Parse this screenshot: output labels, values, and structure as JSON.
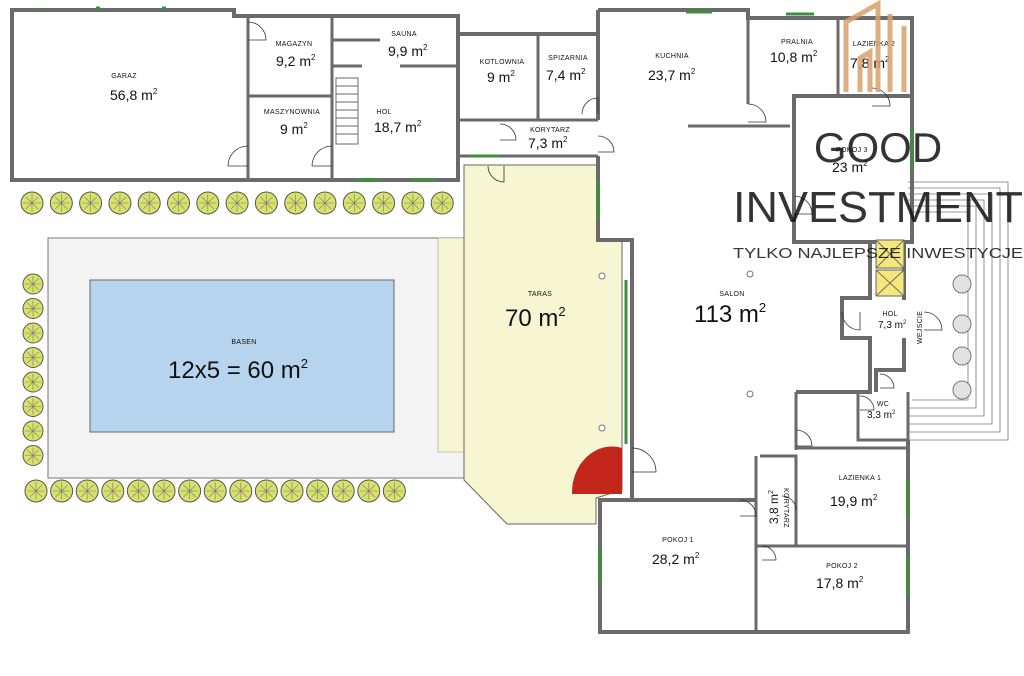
{
  "rooms": {
    "garaz": {
      "label": "GARAZ",
      "area": "56,8 m",
      "sup": "2"
    },
    "magazyn": {
      "label": "MAGAZYN",
      "area": "9,2 m",
      "sup": "2"
    },
    "maszynownia": {
      "label": "MASZYNOWNIA",
      "area": "9 m",
      "sup": "2"
    },
    "sauna": {
      "label": "SAUNA",
      "area": "9,9 m",
      "sup": "2"
    },
    "hol1": {
      "label": "HOL",
      "area": "18,7 m",
      "sup": "2"
    },
    "kotlownia": {
      "label": "KOTLOWNIA",
      "area": "9 m",
      "sup": "2"
    },
    "spizarnia": {
      "label": "SPIZARNIA",
      "area": "7,4 m",
      "sup": "2"
    },
    "korytarz1": {
      "label": "KORYTARZ",
      "area": "7,3 m",
      "sup": "2"
    },
    "kuchnia": {
      "label": "KUCHNIA",
      "area": "23,7 m",
      "sup": "2"
    },
    "pralnia": {
      "label": "PRALNIA",
      "area": "10,8 m",
      "sup": "2"
    },
    "lazienka2": {
      "label": "LAZIENKA 2",
      "area": "7,8 m",
      "sup": "2"
    },
    "pokoj3": {
      "label": "POKOJ 3",
      "area": "23 m",
      "sup": "2"
    },
    "taras": {
      "label": "TARAS",
      "area": "70 m",
      "sup": "2"
    },
    "salon": {
      "label": "SALON",
      "area": "113 m",
      "sup": "2"
    },
    "hol2": {
      "label": "HOL",
      "area": "7,3 m",
      "sup": "2"
    },
    "wejscie": {
      "label": "WEJSCIE"
    },
    "wc": {
      "label": "WC",
      "area": "3,3 m",
      "sup": "2"
    },
    "lazienka1": {
      "label": "LAZIENKA 1",
      "area": "19,9 m",
      "sup": "2"
    },
    "korytarz2": {
      "label": "KORYTARZ",
      "area": "3,8 m",
      "sup": "2"
    },
    "pokoj1": {
      "label": "POKOJ 1",
      "area": "28,2 m",
      "sup": "2"
    },
    "pokoj2": {
      "label": "POKOJ 2",
      "area": "17,8 m",
      "sup": "2"
    }
  },
  "pool": {
    "label": "BASEN",
    "area": "12x5 = 60 m",
    "sup": "2"
  },
  "watermark": {
    "line1": "GOOD",
    "line2": "INVESTMENT",
    "tagline": "TYLKO NAJLEPSZE INWESTYCJE"
  },
  "colors": {
    "wall": "#6a6a6a",
    "terrace": "#f6f6d2",
    "pool_surround": "#f2f2f2",
    "pool_water": "#b7d4ee",
    "window": "#3c8f3c",
    "shrub": "#d8e26a",
    "fireplace": "#c4261b",
    "elevator": "#f6e77c",
    "logo": "#d9a06a"
  }
}
